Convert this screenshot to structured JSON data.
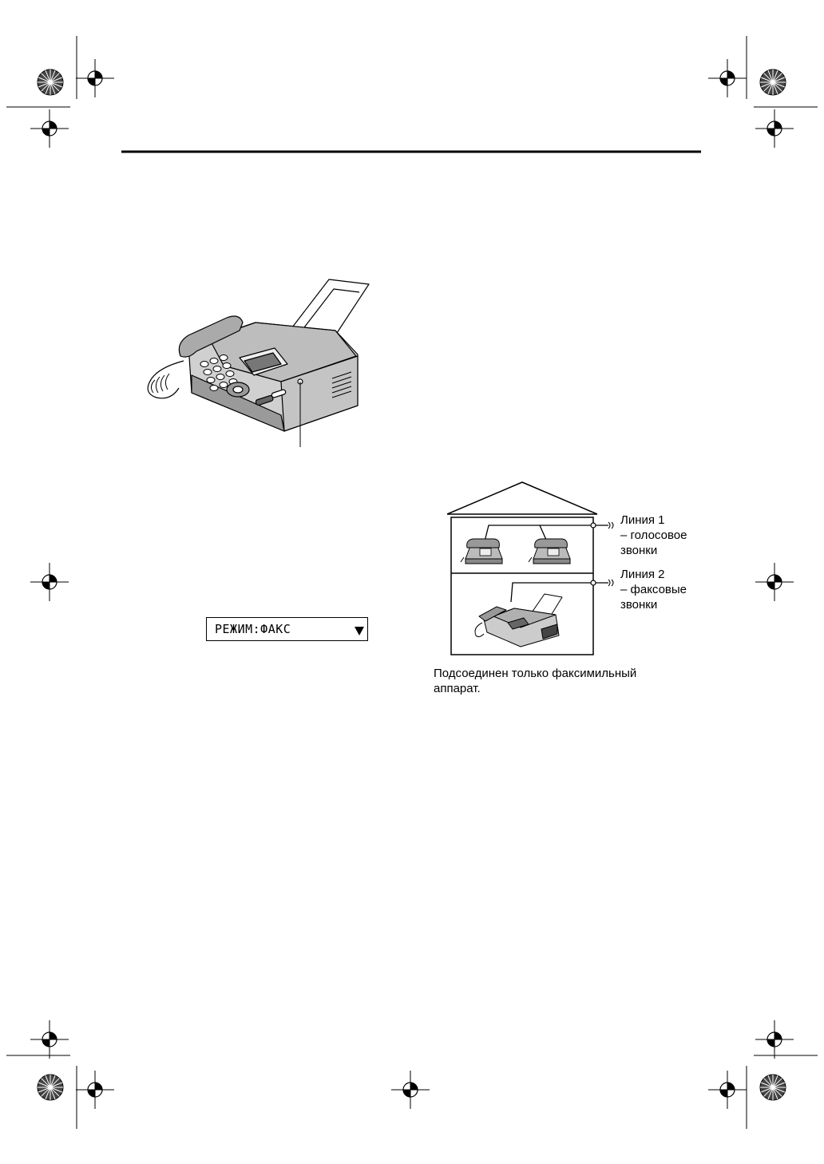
{
  "display": {
    "text": "РЕЖИМ:ФАКС"
  },
  "diagram": {
    "line1": {
      "title": "Линия 1",
      "desc1": "– голосовое",
      "desc2": "звонки"
    },
    "line2": {
      "title": "Линия 2",
      "desc1": "– факсовые",
      "desc2": "звонки"
    },
    "caption_line1": "Подсоединен только факсимильный",
    "caption_line2": "аппарат."
  },
  "colors": {
    "ink": "#000000",
    "gray_fill": "#c8c8c8",
    "dark_fill": "#555555"
  }
}
